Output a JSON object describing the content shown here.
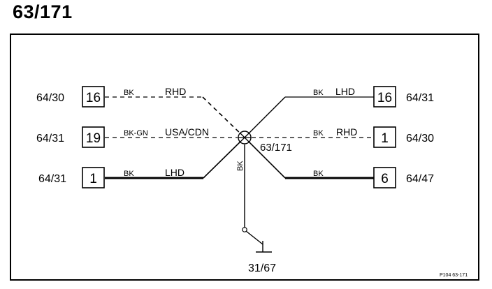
{
  "title": "63/171",
  "splice": {
    "label": "63/171",
    "wire_color": "BK"
  },
  "ground": {
    "label": "31/67"
  },
  "left_connectors": [
    {
      "ref": "64/30",
      "pin": "16",
      "wire_color": "BK",
      "region": "RHD"
    },
    {
      "ref": "64/31",
      "pin": "19",
      "wire_color": "BK-GN",
      "region": "USA/CDN"
    },
    {
      "ref": "64/31",
      "pin": "1",
      "wire_color": "BK",
      "region": "LHD"
    }
  ],
  "right_connectors": [
    {
      "ref": "64/31",
      "pin": "16",
      "wire_color": "BK",
      "region": "LHD"
    },
    {
      "ref": "64/30",
      "pin": "1",
      "wire_color": "BK",
      "region": "RHD"
    },
    {
      "ref": "64/47",
      "pin": "6",
      "wire_color": "BK",
      "region": ""
    }
  ],
  "figure_code": "P104 63-171"
}
